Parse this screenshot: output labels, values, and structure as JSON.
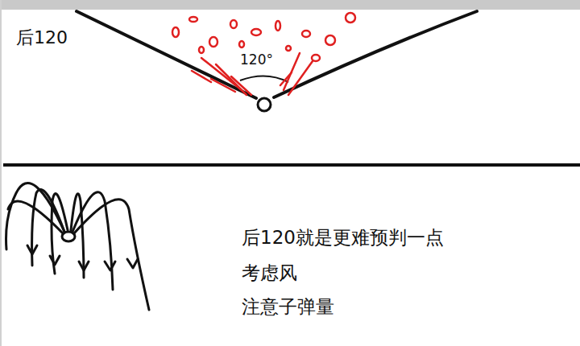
{
  "diagram": {
    "labels": [
      "后120",
      "120°",
      "后120就是更难预判一点",
      "考虑风",
      "注意子弹量"
    ]
  }
}
